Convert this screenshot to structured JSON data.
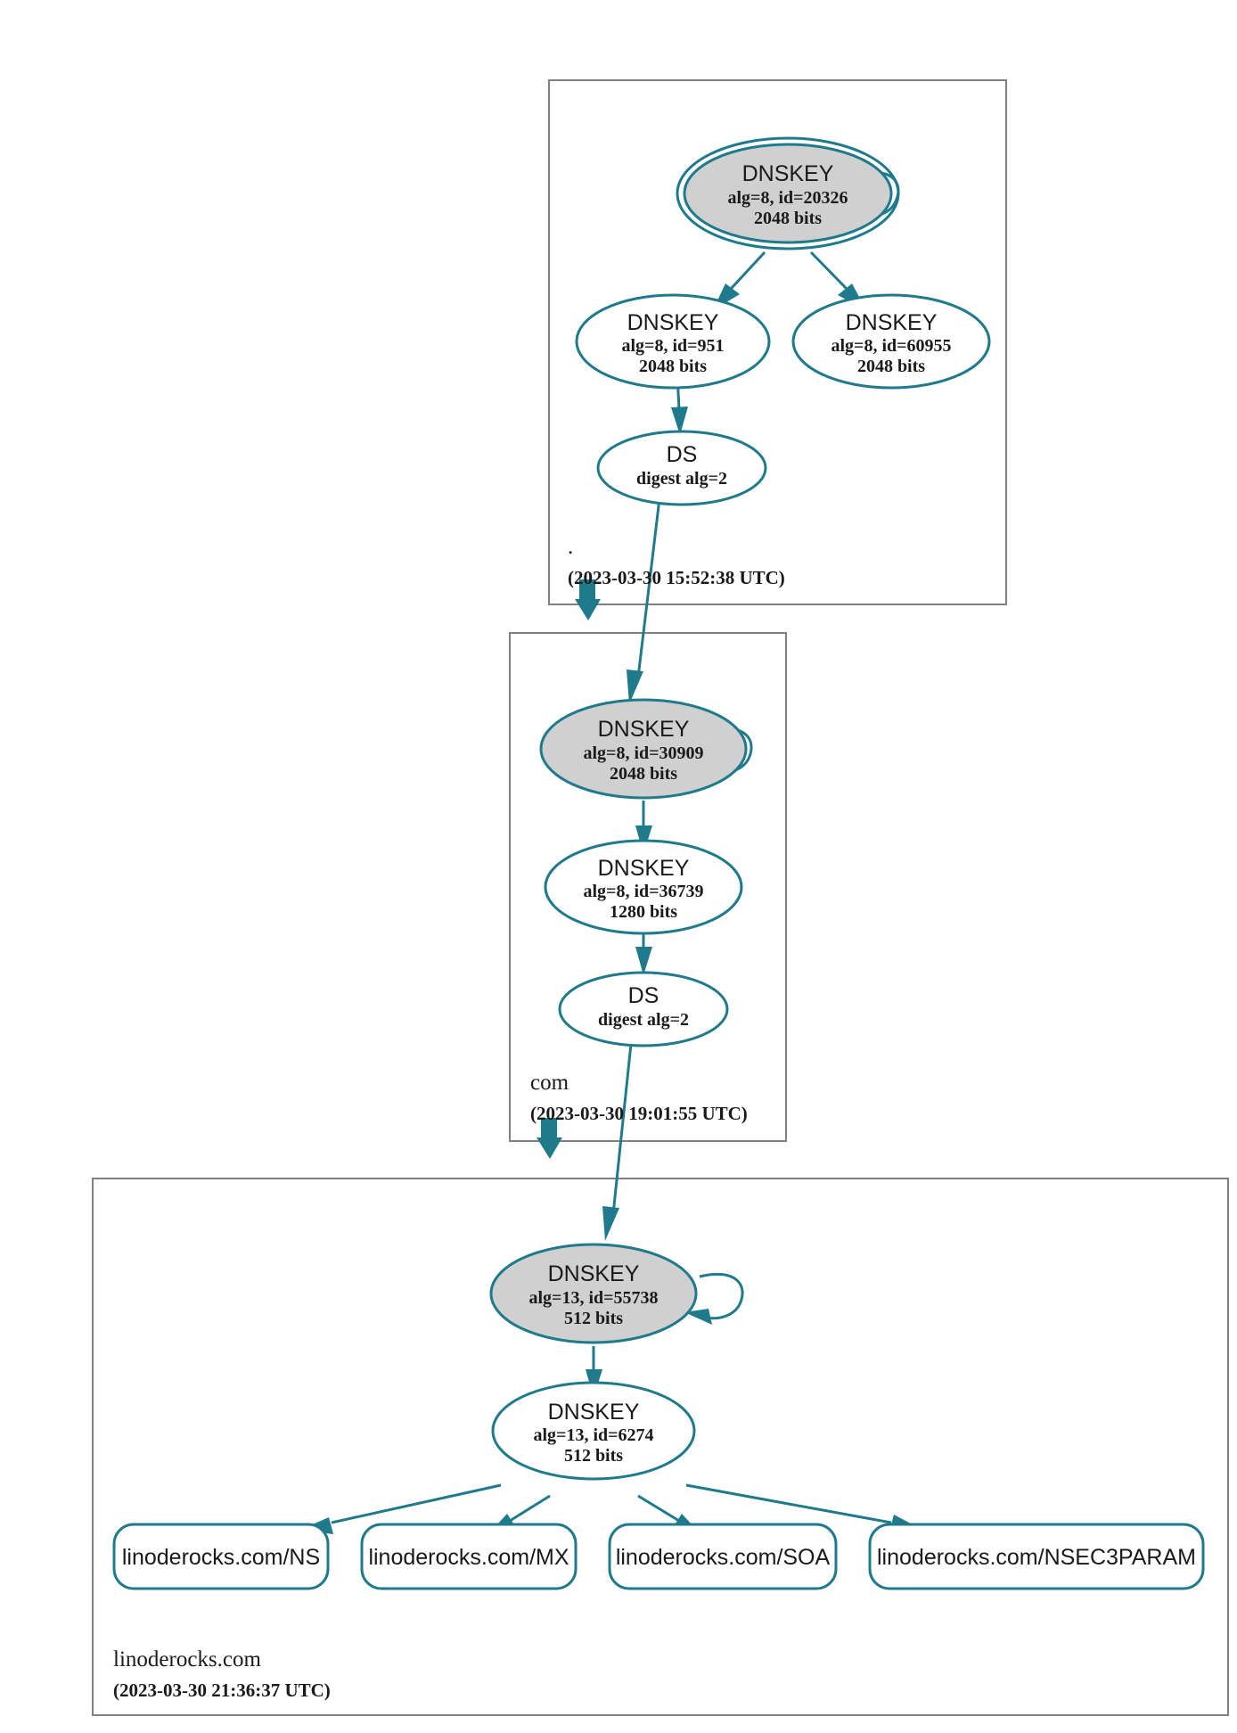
{
  "diagram": {
    "kind": "dnssec-authentication-chain",
    "colors": {
      "accent": "#1f7a8c",
      "secure_key_fill": "#d0d0d0",
      "zone_border": "#808080",
      "background": "#ffffff",
      "text": "#1a1a1a"
    }
  },
  "zones": [
    {
      "name": "root",
      "label": ".",
      "timestamp": "(2023-03-30 15:52:38 UTC)",
      "nodes": {
        "ksk": {
          "type": "DNSKEY",
          "title": "DNSKEY",
          "params": "alg=8, id=20326",
          "size": "2048 bits",
          "alg": 8,
          "id": 20326,
          "bits": 2048,
          "shaded": true,
          "double_border": true,
          "self_signed": true
        },
        "zsk_left": {
          "type": "DNSKEY",
          "title": "DNSKEY",
          "params": "alg=8, id=951",
          "size": "2048 bits",
          "alg": 8,
          "id": 951,
          "bits": 2048,
          "shaded": false,
          "double_border": false,
          "self_signed": false
        },
        "zsk_right": {
          "type": "DNSKEY",
          "title": "DNSKEY",
          "params": "alg=8, id=60955",
          "size": "2048 bits",
          "alg": 8,
          "id": 60955,
          "bits": 2048,
          "shaded": false,
          "double_border": false,
          "self_signed": false
        },
        "ds": {
          "type": "DS",
          "title": "DS",
          "params": "digest alg=2",
          "digest_alg": 2
        }
      }
    },
    {
      "name": "com",
      "label": "com",
      "timestamp": "(2023-03-30 19:01:55 UTC)",
      "nodes": {
        "ksk": {
          "type": "DNSKEY",
          "title": "DNSKEY",
          "params": "alg=8, id=30909",
          "size": "2048 bits",
          "alg": 8,
          "id": 30909,
          "bits": 2048,
          "shaded": true,
          "double_border": false,
          "self_signed": true
        },
        "zsk": {
          "type": "DNSKEY",
          "title": "DNSKEY",
          "params": "alg=8, id=36739",
          "size": "1280 bits",
          "alg": 8,
          "id": 36739,
          "bits": 1280,
          "shaded": false,
          "double_border": false,
          "self_signed": false
        },
        "ds": {
          "type": "DS",
          "title": "DS",
          "params": "digest alg=2",
          "digest_alg": 2
        }
      }
    },
    {
      "name": "linoderocks.com",
      "label": "linoderocks.com",
      "timestamp": "(2023-03-30 21:36:37 UTC)",
      "nodes": {
        "ksk": {
          "type": "DNSKEY",
          "title": "DNSKEY",
          "params": "alg=13, id=55738",
          "size": "512 bits",
          "alg": 13,
          "id": 55738,
          "bits": 512,
          "shaded": true,
          "double_border": false,
          "self_signed": true
        },
        "zsk": {
          "type": "DNSKEY",
          "title": "DNSKEY",
          "params": "alg=13, id=6274",
          "size": "512 bits",
          "alg": 13,
          "id": 6274,
          "bits": 512,
          "shaded": false,
          "double_border": false,
          "self_signed": false
        }
      },
      "rrsets": [
        {
          "label": "linoderocks.com/NS"
        },
        {
          "label": "linoderocks.com/MX"
        },
        {
          "label": "linoderocks.com/SOA"
        },
        {
          "label": "linoderocks.com/NSEC3PARAM"
        }
      ]
    }
  ]
}
